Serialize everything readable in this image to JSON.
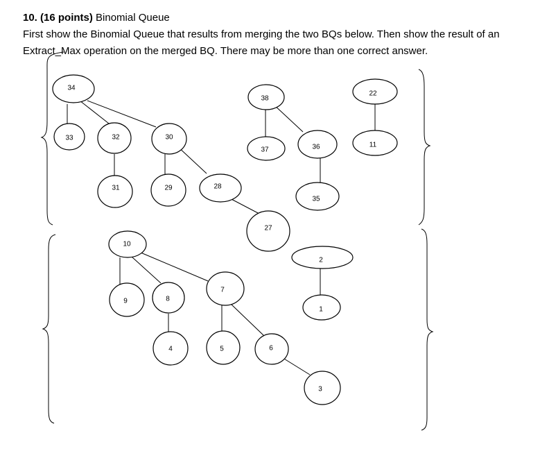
{
  "question": {
    "number_points": "10. (16 points)",
    "topic": "Binomial Queue",
    "line1": "First show the Binomial Queue that results from merging the two BQs below. Then show the result of an",
    "line2": "Extract_Max operation on the merged BQ. There may be more than one correct answer."
  },
  "queues": [
    {
      "nodes": [
        {
          "id": "n34",
          "label": "34"
        },
        {
          "id": "n33",
          "label": "33"
        },
        {
          "id": "n32",
          "label": "32"
        },
        {
          "id": "n31",
          "label": "31"
        },
        {
          "id": "n30",
          "label": "30"
        },
        {
          "id": "n29",
          "label": "29"
        },
        {
          "id": "n28",
          "label": "28"
        },
        {
          "id": "n27",
          "label": "27"
        },
        {
          "id": "n38",
          "label": "38"
        },
        {
          "id": "n37",
          "label": "37"
        },
        {
          "id": "n36",
          "label": "36"
        },
        {
          "id": "n35",
          "label": "35"
        },
        {
          "id": "n22",
          "label": "22"
        },
        {
          "id": "n11",
          "label": "11"
        }
      ],
      "edges": [
        [
          "n34",
          "n33"
        ],
        [
          "n34",
          "n32"
        ],
        [
          "n34",
          "n30"
        ],
        [
          "n32",
          "n31"
        ],
        [
          "n30",
          "n29"
        ],
        [
          "n30",
          "n28"
        ],
        [
          "n28",
          "n27"
        ],
        [
          "n38",
          "n37"
        ],
        [
          "n38",
          "n36"
        ],
        [
          "n36",
          "n35"
        ],
        [
          "n22",
          "n11"
        ]
      ]
    },
    {
      "nodes": [
        {
          "id": "m10",
          "label": "10"
        },
        {
          "id": "m9",
          "label": "9"
        },
        {
          "id": "m8",
          "label": "8"
        },
        {
          "id": "m4",
          "label": "4"
        },
        {
          "id": "m7",
          "label": "7"
        },
        {
          "id": "m5",
          "label": "5"
        },
        {
          "id": "m6",
          "label": "6"
        },
        {
          "id": "m3",
          "label": "3"
        },
        {
          "id": "m2",
          "label": "2"
        },
        {
          "id": "m1",
          "label": "1"
        }
      ],
      "edges": [
        [
          "m10",
          "m9"
        ],
        [
          "m10",
          "m8"
        ],
        [
          "m10",
          "m7"
        ],
        [
          "m8",
          "m4"
        ],
        [
          "m7",
          "m5"
        ],
        [
          "m7",
          "m6"
        ],
        [
          "m6",
          "m3"
        ],
        [
          "m2",
          "m1"
        ]
      ]
    }
  ]
}
